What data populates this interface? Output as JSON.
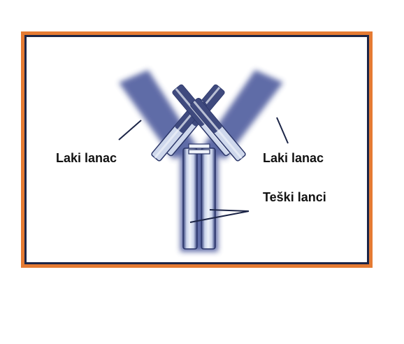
{
  "diagram": {
    "labels": {
      "light_chain_left": "Laki lanac",
      "light_chain_right": "Laki lanac",
      "heavy_chains": "Teški lanci"
    }
  },
  "colors": {
    "frame_outer": "#e57b33",
    "frame_inner": "#1c2547",
    "chain_shadow": "#2a3a8a",
    "chain_dark": "#3f4a7e",
    "chain_light": "#cfd8ec",
    "leader_line": "#1c2547"
  }
}
